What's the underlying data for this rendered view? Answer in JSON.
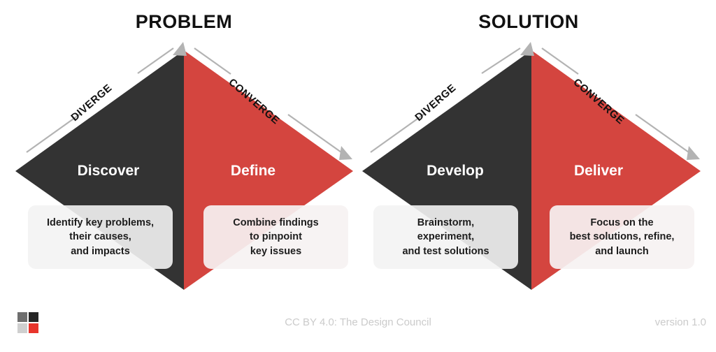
{
  "meta": {
    "title": "The Double Diamond design process",
    "background_color": "#ffffff",
    "dark_color": "#333333",
    "red_color": "#d4453f",
    "arrow_color": "#b3b3b3",
    "callout_color": "#f0f0f0",
    "footer_text_color": "#cbcbcb"
  },
  "sections": [
    {
      "id": "problem",
      "title": "PROBLEM"
    },
    {
      "id": "solution",
      "title": "SOLUTION"
    }
  ],
  "axis_labels": {
    "diverge": "DIVERGE",
    "converge": "CONVERGE"
  },
  "phases": [
    {
      "id": "discover",
      "name": "Discover",
      "color": "dark",
      "description_lines": [
        "Identify key problems,",
        "their causes,",
        "and impacts"
      ]
    },
    {
      "id": "define",
      "name": "Define",
      "color": "red",
      "description_lines": [
        "Combine findings",
        "to pinpoint",
        "key issues"
      ]
    },
    {
      "id": "develop",
      "name": "Develop",
      "color": "dark",
      "description_lines": [
        "Brainstorm,",
        "experiment,",
        "and test solutions"
      ]
    },
    {
      "id": "deliver",
      "name": "Deliver",
      "color": "red",
      "description_lines": [
        "Focus on the",
        "best solutions, refine,",
        "and launch"
      ]
    }
  ],
  "callouts": {
    "discover": "Identify key problems,\ntheir causes,\nand impacts",
    "define": "Combine findings\nto pinpoint\nkey issues",
    "develop": "Brainstorm,\nexperiment,\nand test solutions",
    "deliver": "Focus on the\nbest solutions, refine,\nand launch"
  },
  "footer": {
    "logo_name": "design-council-logo",
    "credit": "CC BY 4.0: The Design Council",
    "version": "version 1.0"
  }
}
